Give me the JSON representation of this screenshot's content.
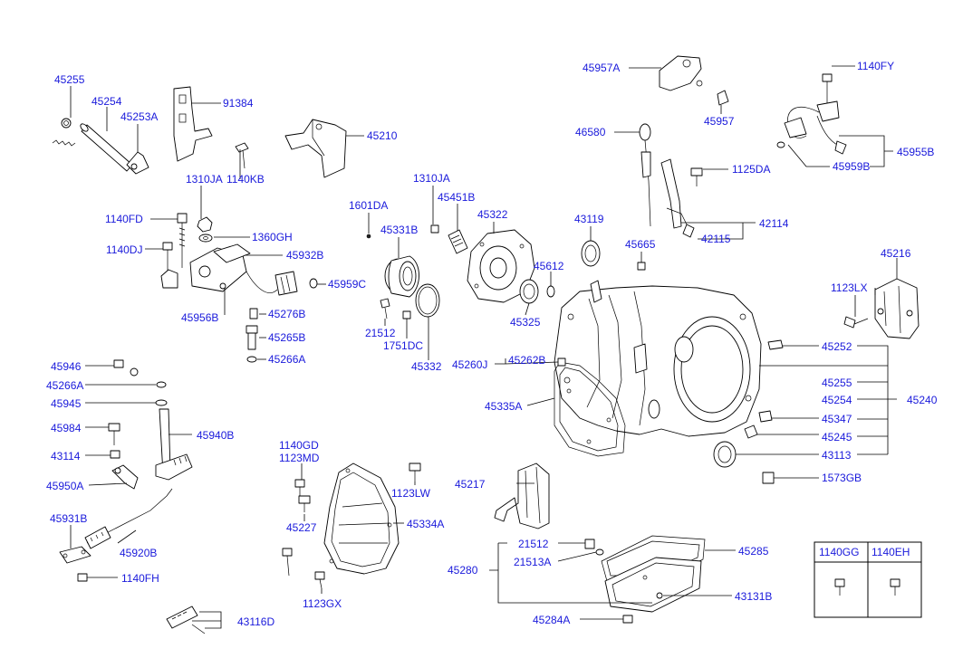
{
  "labels": {
    "l45255a": "45255",
    "l45254a": "45254",
    "l45253a": "45253A",
    "l91384": "91384",
    "l45210": "45210",
    "l1310ja_a": "1310JA",
    "l1140kb": "1140KB",
    "l1140fd": "1140FD",
    "l1360gh": "1360GH",
    "l1140dj": "1140DJ",
    "l45932b": "45932B",
    "l45959c": "45959C",
    "l45956b": "45956B",
    "l45276b": "45276B",
    "l45265b": "45265B",
    "l45266a_a": "45266A",
    "l1601da": "1601DA",
    "l45331b": "45331B",
    "l1310ja_b": "1310JA",
    "l45451b": "45451B",
    "l45322": "45322",
    "l21512_a": "21512",
    "l1751dc": "1751DC",
    "l45332": "45332",
    "l43119": "43119",
    "l45612": "45612",
    "l45325": "45325",
    "l45665": "45665",
    "l45957a": "45957A",
    "l45957": "45957",
    "l46580": "46580",
    "l1125da": "1125DA",
    "l42114": "42114",
    "l42115": "42115",
    "l1140fy": "1140FY",
    "l45955b": "45955B",
    "l45959b": "45959B",
    "l45216": "45216",
    "l1123lx": "1123LX",
    "l45252": "45252",
    "l45255b": "45255",
    "l45254b": "45254",
    "l45240": "45240",
    "l45347": "45347",
    "l45245": "45245",
    "l43113": "43113",
    "l1573gb": "1573GB",
    "l45260j": "45260J",
    "l45262b": "45262B",
    "l45335a": "45335A",
    "l45946": "45946",
    "l45266a_b": "45266A",
    "l45945": "45945",
    "l45984": "45984",
    "l45940b": "45940B",
    "l43114": "43114",
    "l45950a": "45950A",
    "l45931b": "45931B",
    "l45920b": "45920B",
    "l1140fh": "1140FH",
    "l1140gd": "1140GD",
    "l1123md": "1123MD",
    "l1123lw": "1123LW",
    "l45227": "45227",
    "l45334a": "45334A",
    "l1123gx": "1123GX",
    "l43116d": "43116D",
    "l45217": "45217",
    "l21512_b": "21512",
    "l21513a": "21513A",
    "l45280": "45280",
    "l45285": "45285",
    "l43131b": "43131B",
    "l45284a": "45284A"
  },
  "table": {
    "headers": [
      "1140GG",
      "1140EH"
    ]
  }
}
